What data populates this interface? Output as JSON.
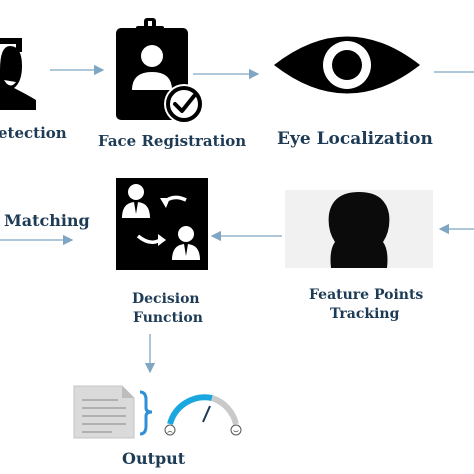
{
  "colors": {
    "label_text": "#1d3b55",
    "arrow": "#7fa6c2",
    "icon_black": "#000000",
    "gauge_blue": "#1aa7e0",
    "gauge_grey": "#c9c9c9",
    "brace_blue": "#2f8fd6",
    "doc_grey": "#d6d6d6"
  },
  "steps": {
    "face_detection": {
      "label": "etection",
      "icon": "face-scan-icon"
    },
    "face_registration": {
      "label": "Face Registration",
      "icon": "id-badge-check-icon"
    },
    "eye_localization": {
      "label": "Eye Localization",
      "icon": "eye-icon"
    },
    "matching": {
      "label": "Matching",
      "icon": "none"
    },
    "decision_function": {
      "label_line1": "Decision",
      "label_line2": "Function",
      "icon": "user-exchange-icon"
    },
    "feature_points_tracking": {
      "label_line1": "Feature Points",
      "label_line2": "Tracking",
      "icon": "head-silhouette-icon"
    },
    "output": {
      "label": "Output",
      "icon": "document-gauge-icon"
    }
  }
}
